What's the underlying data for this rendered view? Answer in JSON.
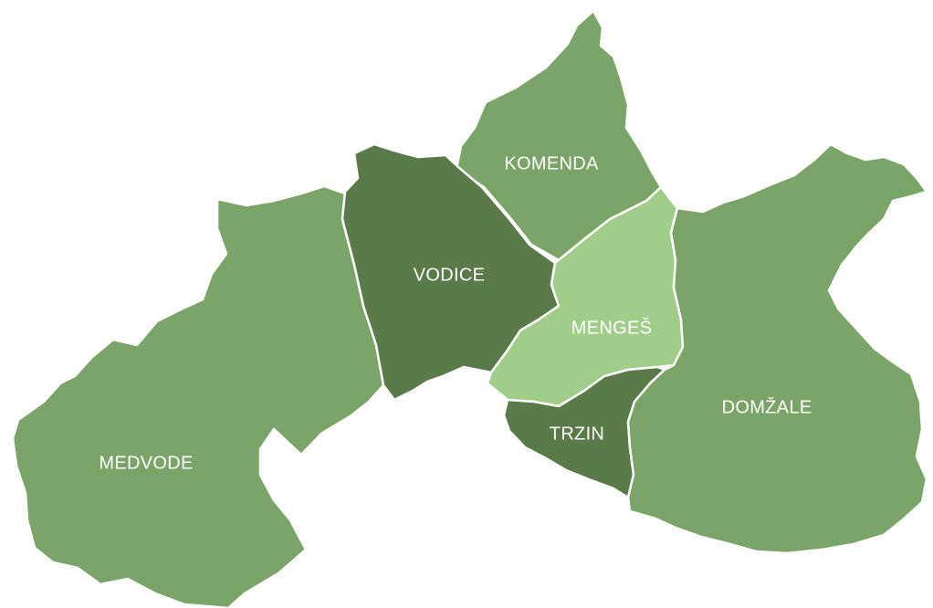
{
  "regions": {
    "medvode": {
      "name": "MEDVODE",
      "color": "#7ba468"
    },
    "komenda": {
      "name": "KOMENDA",
      "color": "#7ba468"
    },
    "domzale": {
      "name": "DOMŽALE",
      "color": "#7ba468"
    },
    "vodice": {
      "name": "VODICE",
      "color": "#5a7a4a"
    },
    "trzin": {
      "name": "TRZIN",
      "color": "#5a7a4a"
    },
    "menges": {
      "name": "MENGEŠ",
      "color": "#a0ce8a"
    }
  }
}
